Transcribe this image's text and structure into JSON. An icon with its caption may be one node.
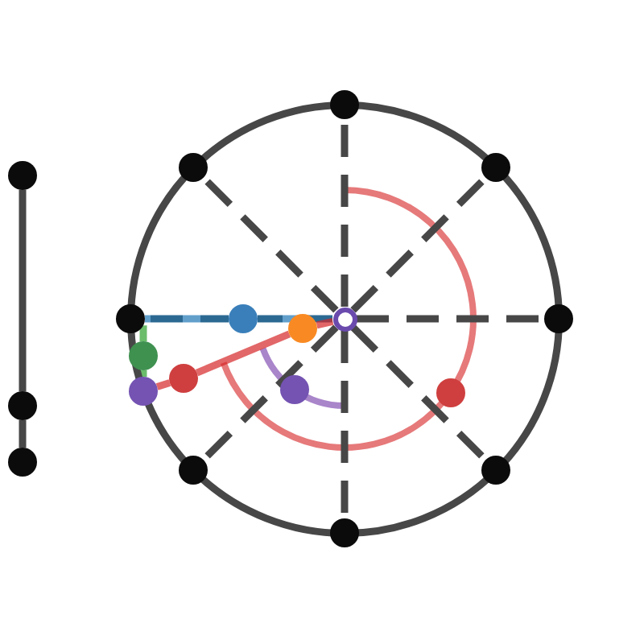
{
  "diagram": {
    "nodes": [
      {
        "text": [],
        "shape": "circle"
      },
      {
        "text": [],
        "shape": "circle"
      },
      {
        "text": [],
        "shape": "circle"
      },
      {
        "text": [],
        "shape": "circle"
      },
      {
        "text": [],
        "shape": "circle"
      },
      {
        "text": [],
        "shape": "circle"
      },
      {
        "text": [],
        "shape": "circle"
      },
      {
        "text": [],
        "shape": "circle"
      },
      {
        "text": [],
        "shape": "circle",
        "in": 3
      },
      {
        "text": [],
        "shape": "circle"
      },
      {
        "text": [],
        "shape": "circle",
        "in": 3
      },
      {
        "text": [],
        "shape": "circle",
        "in": 3
      },
      {
        "text": [],
        "shape": "circle",
        "in": 3
      },
      {
        "text": [],
        "shape": "circle",
        "in": 3
      },
      {
        "text": [],
        "shape": "circle"
      },
      {
        "text": [],
        "shape": "circle",
        "in": 3
      },
      {
        "text": [],
        "shape": "circle",
        "in": 3
      },
      {
        "text": [],
        "shape": "circle"
      },
      {
        "text": [],
        "shape": "circle"
      },
      {
        "text": [],
        "shape": "circle"
      }
    ],
    "edges": [
      {
        "from": 0,
        "to": 1,
        "arrow": "none"
      },
      {
        "from": 1,
        "to": 2,
        "arrow": "none"
      },
      {
        "from": 8,
        "to": 4,
        "arrow": "none",
        "style": "dashed"
      },
      {
        "from": 8,
        "to": 6,
        "arrow": "none",
        "style": "dashed"
      },
      {
        "from": 8,
        "to": 9,
        "arrow": "none",
        "style": "dashed"
      },
      {
        "from": 8,
        "to": 18,
        "arrow": "none",
        "style": "dashed"
      },
      {
        "from": 8,
        "to": 19,
        "arrow": "none",
        "style": "dashed"
      },
      {
        "from": 8,
        "to": 17,
        "arrow": "none",
        "style": "dashed"
      },
      {
        "from": 8,
        "to": 5,
        "arrow": "none",
        "style": "dashed"
      },
      {
        "from": 7,
        "to": 10,
        "arrow": "none",
        "color": "#1f77b4"
      },
      {
        "from": 10,
        "to": 8,
        "arrow": "none",
        "color": "#1f77b4"
      },
      {
        "from": 7,
        "to": 12,
        "arrow": "none",
        "color": "#2ca02c"
      },
      {
        "from": 12,
        "to": 14,
        "arrow": "none",
        "color": "#2ca02c"
      },
      {
        "from": 14,
        "to": 13,
        "arrow": "none",
        "color": "#d62728"
      },
      {
        "from": 13,
        "to": 11,
        "arrow": "none",
        "color": "#d62728"
      },
      {
        "from": 11,
        "to": 8,
        "arrow": "none",
        "color": "#d62728"
      }
    ]
  }
}
